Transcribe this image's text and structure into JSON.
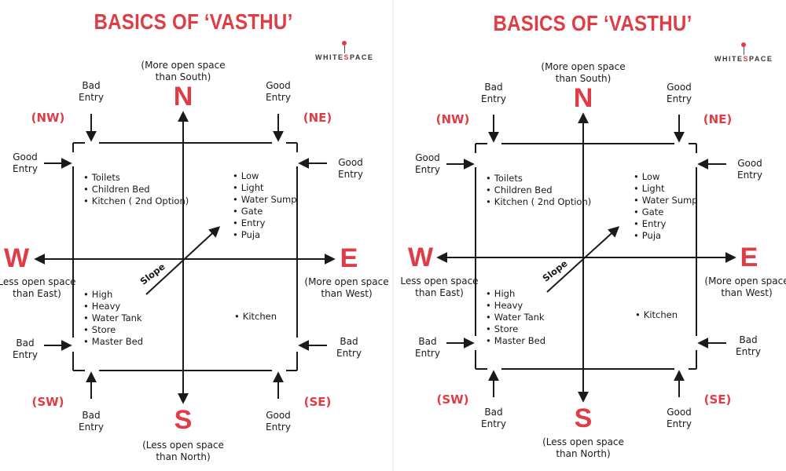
{
  "title": "BASICS OF ‘VASTHU’",
  "logo": {
    "word_a": "WHITE",
    "word_s": "S",
    "word_b": "PACE"
  },
  "directions": {
    "north": "N",
    "south": "S",
    "east": "E",
    "west": "W"
  },
  "direction_notes": {
    "north": [
      "(More open space",
      "than South)"
    ],
    "south": [
      "(Less open space",
      "than North)"
    ],
    "east": [
      "(More open space",
      "than West)"
    ],
    "west": [
      "Less open space",
      "than East)"
    ]
  },
  "corners": {
    "nw": "(NW)",
    "ne": "(NE)",
    "sw": "(SW)",
    "se": "(SE)"
  },
  "entries": {
    "nw_top": [
      "Bad",
      "Entry"
    ],
    "nw_side": [
      "Good",
      "Entry"
    ],
    "ne_top": [
      "Good",
      "Entry"
    ],
    "ne_side": [
      "Good",
      "Entry"
    ],
    "sw_side": [
      "Bad",
      "Entry"
    ],
    "sw_bottom": [
      "Bad",
      "Entry"
    ],
    "se_side": [
      "Bad",
      "Entry"
    ],
    "se_bottom": [
      "Good",
      "Entry"
    ]
  },
  "quadrants": {
    "nw": [
      "Toilets",
      "Children Bed",
      "Kitchen ( 2nd Option)"
    ],
    "ne": [
      "Low",
      "Light",
      "Water Sump",
      "Gate",
      "Entry",
      "Puja"
    ],
    "sw": [
      "High",
      "Heavy",
      "Water Tank",
      "Store",
      "Master Bed"
    ],
    "se": [
      "Kitchen"
    ]
  },
  "slope_label": "Slope",
  "colors": {
    "accent": "#e03c45",
    "ink": "#1a1a1a"
  }
}
